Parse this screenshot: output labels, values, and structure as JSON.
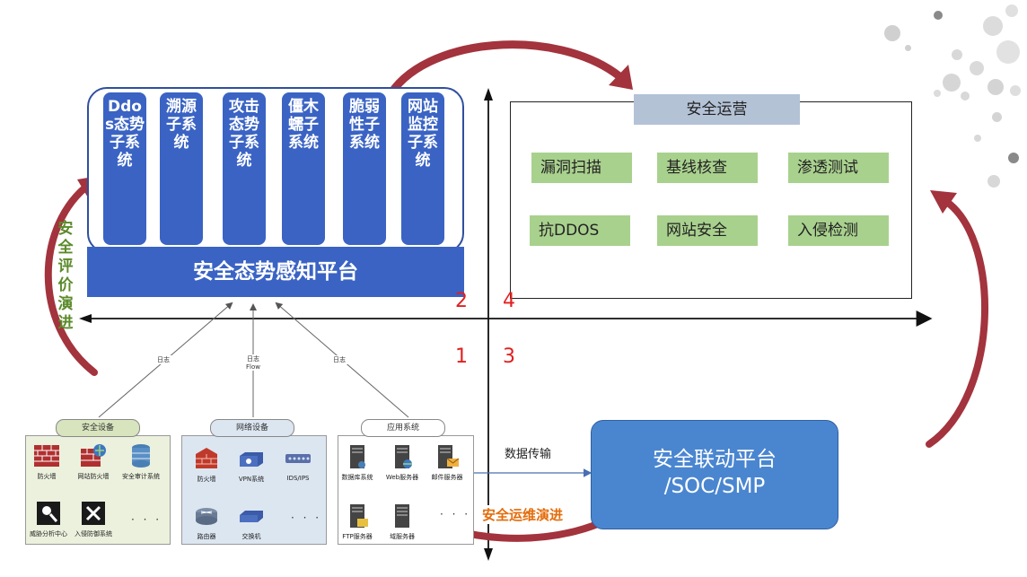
{
  "platform": {
    "subsystems": [
      "Ddos态势子系统",
      "溯源子系统",
      "攻击态势子系统",
      "僵木蠕子系统",
      "脆弱性子系统",
      "网站监控子系统"
    ],
    "title": "安全态势感知平台"
  },
  "eval_label": "安全评价演进",
  "ops": {
    "title": "安全运营",
    "items": [
      "漏洞扫描",
      "基线核查",
      "渗透测试",
      "抗DDOS",
      "网站安全",
      "入侵检测"
    ]
  },
  "quadrants": [
    "2",
    "4",
    "1",
    "3"
  ],
  "arrows": {
    "left_label": "日志",
    "center_label_1": "日志",
    "center_label_2": "Flow",
    "right_label": "日志"
  },
  "panels": {
    "security": {
      "title": "安全设备",
      "devices": [
        "防火墙",
        "网站防火墙",
        "安全审计系统",
        "威胁分析中心",
        "入侵防御系统"
      ],
      "more": "· · ·"
    },
    "network": {
      "title": "网络设备",
      "devices": [
        "防火墙",
        "VPN系统",
        "IDS/IPS",
        "路由器",
        "交换机"
      ],
      "more": "· · ·"
    },
    "app": {
      "title": "应用系统",
      "devices": [
        "数据库系统",
        "Web服务器",
        "邮件服务器",
        "FTP服务器",
        "域服务器"
      ],
      "more": "· · ·"
    }
  },
  "data_transfer": "数据传输",
  "soc": {
    "line1": "安全联动平台",
    "line2": "/SOC/SMP"
  },
  "ops_evolution": "安全运维演进",
  "colors": {
    "primary_blue": "#3a63c4",
    "soc_blue": "#4a86d0",
    "green_item": "#a9d18e",
    "ops_title_bg": "#b4c2d6",
    "arrow_red": "#a3333d",
    "eval_green": "#5b8a2a",
    "orange": "#e46c0a",
    "quad_red": "#e02020"
  }
}
